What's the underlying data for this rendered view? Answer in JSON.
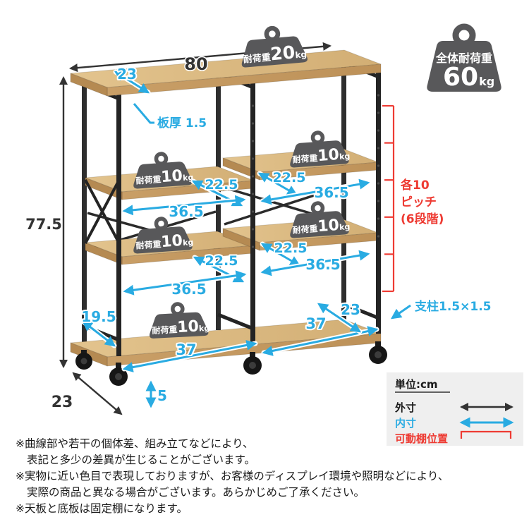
{
  "colors": {
    "accent_blue": "#29ABE2",
    "accent_red": "#EE3B33",
    "badge_gray": "#58585A",
    "wood_top": "#DCBB84",
    "wood_front": "#C89E66",
    "wood_end": "#B58A52",
    "frame_black": "#242424",
    "legend_bg": "#EFEFEF"
  },
  "overall_badge": {
    "label": "全体耐荷重",
    "value": "60",
    "unit": "kg"
  },
  "top_badge": {
    "label": "耐荷重",
    "value": "20",
    "unit": "kg"
  },
  "shelf_badge": {
    "label": "耐荷重",
    "value": "10",
    "unit": "kg"
  },
  "dims": {
    "top_width": "80",
    "top_depth": "23",
    "board_thickness": "板厚 1.5",
    "height": "77.5",
    "left_clearance": "19.5",
    "base_depth": "23",
    "caster_height": "5",
    "shelf_inner_depth": "22.5",
    "shelf_inner_width": "36.5",
    "bottom_inner_width": "37",
    "bottom_inner_depth": "23",
    "post": "支柱1.5×1.5"
  },
  "pitch": {
    "line1": "各10",
    "line2": "ピッチ",
    "line3": "(6段階)"
  },
  "legend": {
    "unit": "単位:cm",
    "outer": "外寸",
    "inner": "内寸",
    "movable": "可動棚位置"
  },
  "notes": [
    "※曲線部や若干の個体差、組み立てなどにより、",
    "表記と多少の差異が生じることがございます。",
    "※実物に近い色目で表現しておりますが、お客様のディスプレイ環境や照明などにより、",
    "実際の商品と異なる場合がございます。あらかじめご了承ください。",
    "※天板と底板は固定棚になります。"
  ]
}
